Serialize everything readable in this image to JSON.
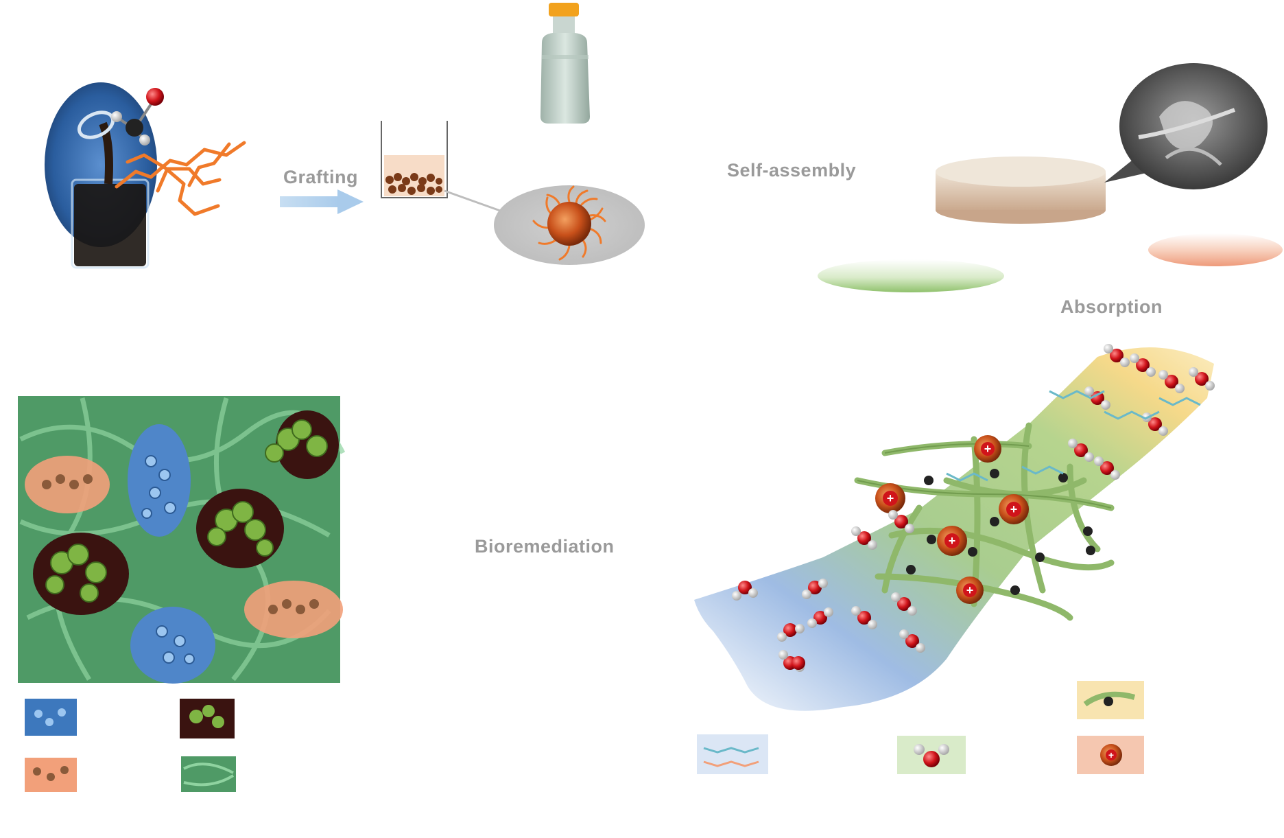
{
  "labels": {
    "grafting": "Grafting",
    "self_assembly": "Self-assembly",
    "absorption": "Absorption",
    "bioremediation": "Bioremediation"
  },
  "colors": {
    "arrow": "#b7d3ec",
    "label": "#9a9a9a",
    "polymer": "#f07a2a",
    "particle": "#c8501a",
    "water_oxygen": "#d0141a",
    "fiber_green": "#8fb86a",
    "blue_zone": "#9bb8e0",
    "yellow_zone": "#f6d98a",
    "microbe_green": "#6fa53a",
    "molecule_blue": "#4f86c9",
    "oil_orange": "#f2a07a"
  }
}
